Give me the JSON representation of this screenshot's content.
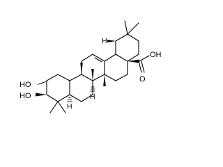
{
  "structure": {
    "labels": {
      "ho_top": "HO",
      "ho_bottom": "HO",
      "cooh": "OH",
      "h_top": "H",
      "h_mid": "H",
      "h_bottom": "H"
    },
    "double_bond": "C12=C13",
    "ring_count": 5,
    "stereo_marks": {
      "wedges": 6,
      "hashes": 3
    }
  }
}
